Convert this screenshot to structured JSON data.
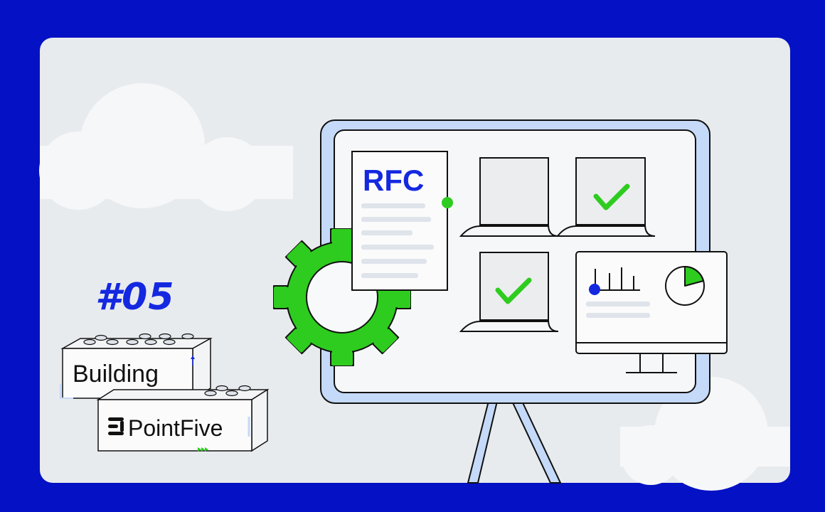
{
  "episode_label": "#05",
  "series": {
    "word": "Building",
    "brand": "PointFive"
  },
  "board": {
    "doc_title": "RFC"
  },
  "colors": {
    "background": "#0511c4",
    "card": "#e8ebee",
    "accent_blue": "#1428e0",
    "accent_green": "#2ecc1f",
    "board_frame": "#c5d9f8",
    "board_surface": "#f6f7f8",
    "outline": "#111111"
  },
  "icons": [
    "gear-icon",
    "rfc-document-icon",
    "blank-document-icon",
    "checked-document-icon",
    "monitor-dashboard-icon",
    "pie-chart-icon",
    "bar-chart-icon",
    "lego-brick-icon",
    "pointfive-logo-icon"
  ]
}
